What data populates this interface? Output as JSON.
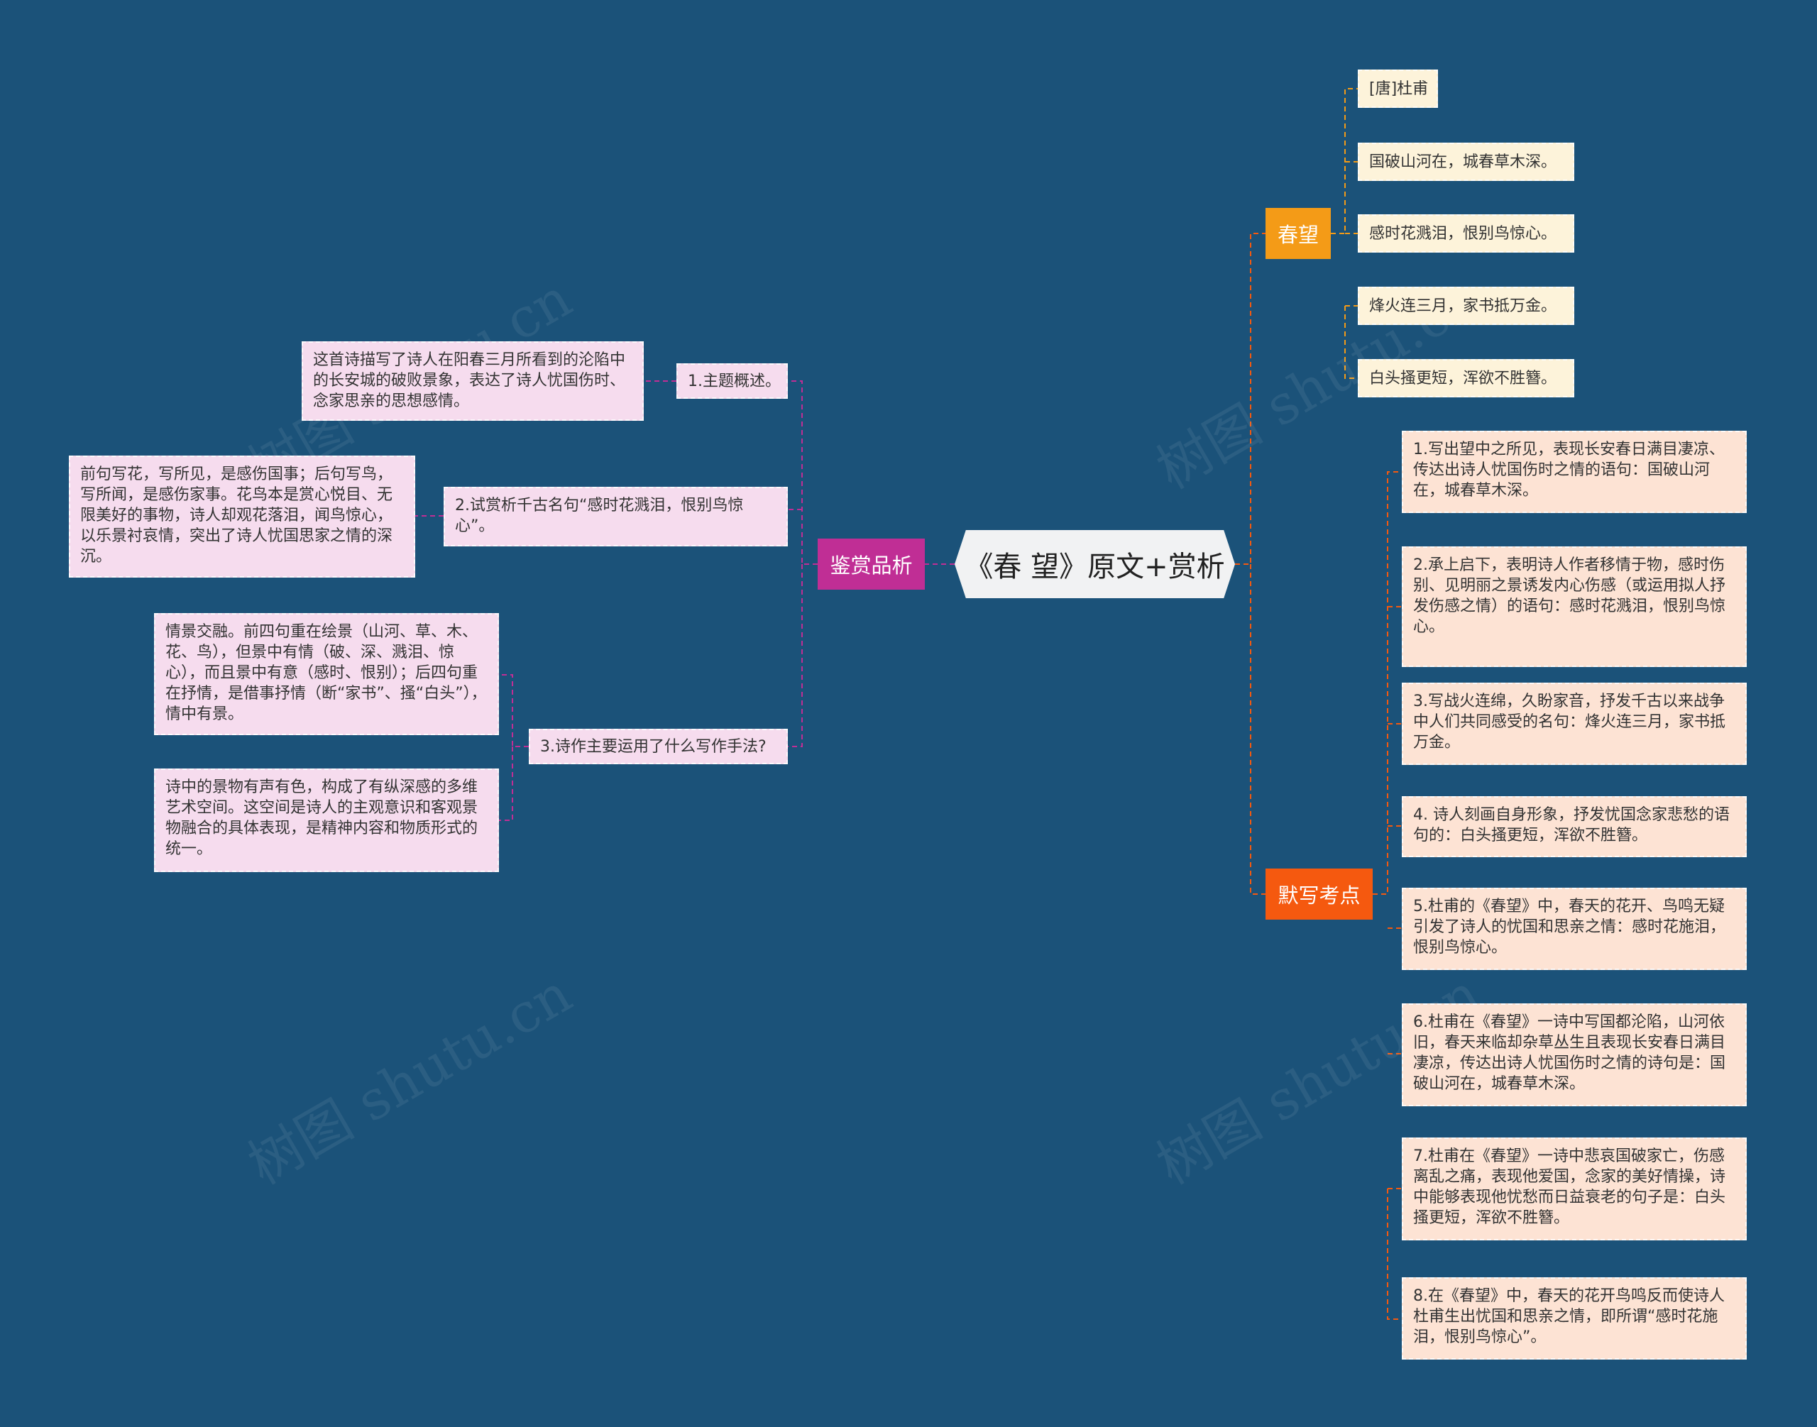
{
  "center": {
    "title": "《春 望》原文+赏析"
  },
  "left_branch": {
    "label": "鉴赏品析",
    "color": "#c02e95",
    "items": [
      {
        "label": "1.主题概述。",
        "details": [
          "这首诗描写了诗人在阳春三月所看到的沦陷中的长安城的破败景象，表达了诗人忧国伤时、念家思亲的思想感情。"
        ]
      },
      {
        "label": "2.试赏析千古名句“感时花溅泪，恨别鸟惊心”。",
        "details": [
          "前句写花，写所见，是感伤国事；后句写鸟，写所闻，是感伤家事。花鸟本是赏心悦目、无限美好的事物，诗人却观花落泪，闻鸟惊心，以乐景衬哀情，突出了诗人忧国思家之情的深沉。"
        ]
      },
      {
        "label": "3.诗作主要运用了什么写作手法?",
        "details": [
          "情景交融。前四句重在绘景（山河、草、木、花、鸟），但景中有情（破、深、溅泪、惊心），而且景中有意（感时、恨别）；后四句重在抒情，是借事抒情（断“家书”、搔“白头”），情中有景。",
          "诗中的景物有声有色，构成了有纵深感的多维艺术空间。这空间是诗人的主观意识和客观景物融合的具体表现，是精神内容和物质形式的统一。"
        ]
      }
    ]
  },
  "poem_branch": {
    "label": "春望",
    "color": "#f49b17",
    "lines": [
      "[唐]杜甫",
      "国破山河在，城春草木深。",
      "感时花溅泪，恨别鸟惊心。",
      "烽火连三月，家书抵万金。",
      "白头搔更短，浑欲不胜簪。"
    ]
  },
  "exam_branch": {
    "label": "默写考点",
    "color": "#f5590f",
    "items": [
      "1.写出望中之所见，表现长安春日满目凄凉、传达出诗人忧国伤时之情的语句：国破山河在，城春草木深。",
      "2.承上启下，表明诗人作者移情于物，感时伤别、见明丽之景诱发内心伤感（或运用拟人抒发伤感之情）的语句：感时花溅泪，恨别鸟惊心。",
      "3.写战火连绵，久盼家音，抒发千古以来战争中人们共同感受的名句：烽火连三月，家书抵万金。",
      "4. 诗人刻画自身形象，抒发忧国念家悲愁的语句的：白头搔更短，浑欲不胜簪。",
      "5.杜甫的《春望》中，春天的花开、鸟鸣无疑引发了诗人的忧国和思亲之情：感时花施泪，恨别鸟惊心。",
      "6.杜甫在《春望》一诗中写国都沦陷，山河依旧，春天来临却杂草丛生且表现长安春日满目凄凉，传达出诗人忧国伤时之情的诗句是：国破山河在，城春草木深。",
      "7.杜甫在《春望》一诗中悲哀国破家亡，伤感离乱之痛，表现他爱国，念家的美好情操，诗中能够表现他忧愁而日益衰老的句子是：白头搔更短，浑欲不胜簪。",
      "8.在《春望》中，春天的花开鸟鸣反而使诗人杜甫生出忧国和思亲之情，即所谓“感时花施泪，恨别鸟惊心”。"
    ]
  },
  "watermark": "树图 shutu.cn"
}
